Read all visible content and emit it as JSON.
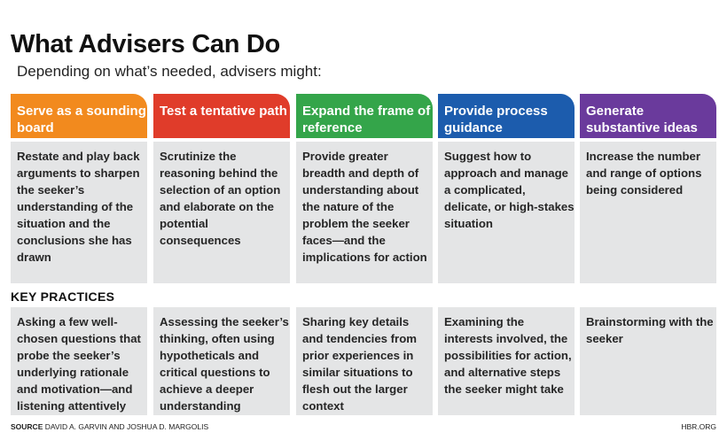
{
  "title": "What Advisers Can Do",
  "subtitle": "Depending on what’s needed, advisers might:",
  "columns": [
    {
      "header": "Serve as a sounding board",
      "color": "#f28a1e",
      "description": "Restate and play back arguments to sharpen the seeker’s understanding of the situation and the conclusions she has drawn",
      "practice": "Asking a few well-chosen questions that probe the seeker’s underlying rationale and motivation—and listening attentively"
    },
    {
      "header": "Test a tentative path",
      "color": "#e03c2a",
      "description": "Scrutinize the reasoning behind the selection of an option and elaborate on the potential consequences",
      "practice": "Assessing the seeker’s thinking, often using hypotheticals and critical questions to achieve a deeper understanding"
    },
    {
      "header": "Expand the frame of reference",
      "color": "#34a54a",
      "description": "Provide greater breadth and depth of understanding about the nature of the problem the seeker faces—and the implications for action",
      "practice": "Sharing key details and tendencies from prior experiences in similar situations to flesh out the larger context"
    },
    {
      "header": "Provide process guidance",
      "color": "#1c5cad",
      "description": "Suggest how to approach and manage a complicated, delicate, or high-stakes situation",
      "practice": "Examining the interests involved, the possibilities for action, and alternative steps the seeker might take"
    },
    {
      "header": "Generate substantive ideas",
      "color": "#6a3a9c",
      "description": "Increase the number and range of options being considered",
      "practice": "Brainstorming with the seeker"
    }
  ],
  "key_practices_label": "KEY PRACTICES",
  "source_label": "SOURCE",
  "source_text": "DAVID A. GARVIN AND JOSHUA D. MARGOLIS",
  "publisher": "HBR.ORG"
}
